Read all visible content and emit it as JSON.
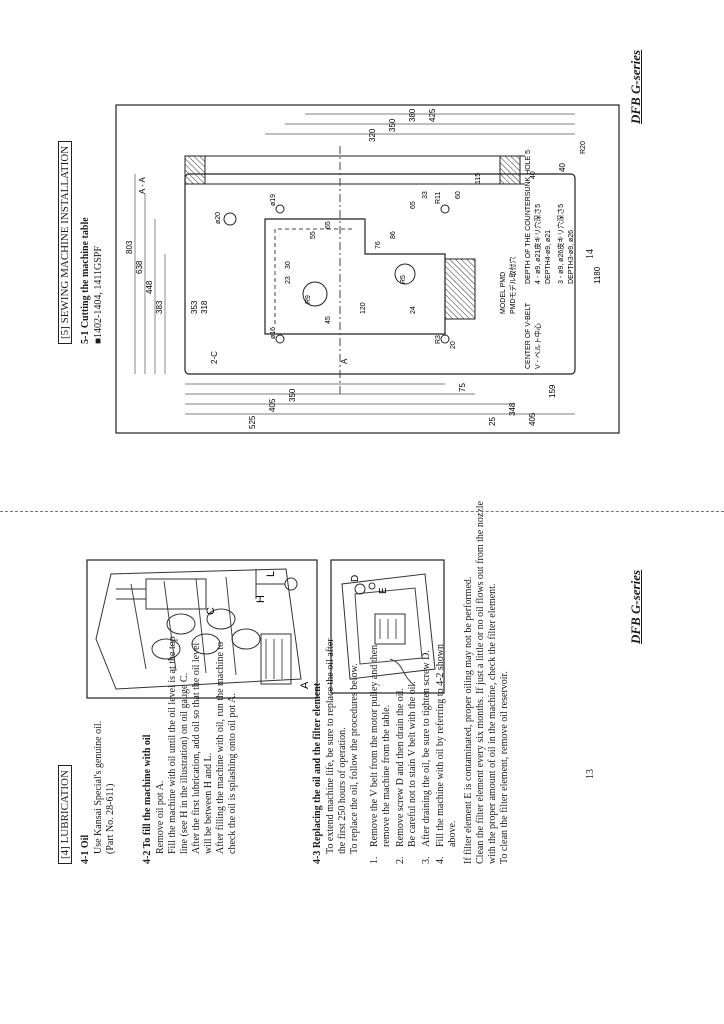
{
  "left": {
    "section": "[4] LUBRICATION",
    "oil_heading": "4-1 Oil",
    "oil_lines": [
      "Use Kansai Special's genuine oil.",
      "(Part No. 28-611)"
    ],
    "fill_heading": "4-2 To fill the machine with oil",
    "fill_lines": [
      "Remove oil pot A.",
      "Fill the machine with oil until the oil level is at the top",
      "line (see H in the illustration) on oil gauge C.",
      "After the first lubrication, add oil so that the oil level",
      "will be between H and L.",
      "After filling the machine with oil, run the machine to",
      "check the oil is splashing onto oil pot A."
    ],
    "replace_heading": "4-3 Replacing the oil and the filter element",
    "replace_lines": [
      "To extend machine life, be sure to replace the oil after",
      "the first 250 hours of operation.",
      "To replace the oil, follow the procedures below."
    ],
    "steps": [
      {
        "num": "1.",
        "lines": [
          "Remove the V belt from the motor pulley and then",
          "remove the machine from the table."
        ]
      },
      {
        "num": "2.",
        "lines": [
          "Remove screw D and then drain the oil.",
          "Be careful not to stain V belt with the oil."
        ]
      },
      {
        "num": "3.",
        "lines": [
          "After draining the oil, be sure to tighten screw D."
        ]
      },
      {
        "num": "4.",
        "lines": [
          "Fill the machine with oil by referring to 4-2 shown",
          "above."
        ]
      }
    ],
    "filter_lines": [
      "If filter element E is contaminated, proper oiling may not be performed.",
      "Clean the filter element every six months.  If just a little or no oil flows out from the nozzle",
      "with the proper amount of oil in the machine, check the filter element.",
      "To clean the filter element, remove oil reservoir."
    ],
    "page_number": "13",
    "series": "DFB G-series",
    "fig1_labels": {
      "a": "A",
      "c": "C",
      "h": "H",
      "l": "L"
    },
    "fig2_labels": {
      "d": "D",
      "e": "E"
    }
  },
  "right": {
    "section": "[5] SEWING MACHINE INSTALLATION",
    "cut_heading": "5-1 Cutting the machine table",
    "models": "■1402-1404, 1411GSPF",
    "page_number": "14",
    "series": "DFB G-series",
    "drawing": {
      "top_dims": [
        "803",
        "638",
        "448",
        "383"
      ],
      "mid_dims": [
        "353",
        "318",
        "2-C"
      ],
      "left_dims": [
        "525",
        "405",
        "350",
        "75",
        "25",
        "348",
        "405",
        "159"
      ],
      "bottom_dim": "1180",
      "right_dims": [
        "320",
        "350",
        "380",
        "425"
      ],
      "small_dims": [
        "23",
        "30",
        "45",
        "55",
        "65",
        "76",
        "86",
        "120",
        "65",
        "33",
        "20",
        "60",
        "115",
        "24",
        "40"
      ],
      "side_dim": "40",
      "section_mark": "A - A",
      "arrow_label": "A",
      "diam_labels": [
        "ø16",
        "ø20",
        "ø19",
        "R9",
        "R5",
        "R3",
        "R11",
        "R20"
      ],
      "notes": [
        "MODEL PMD",
        "PMDモデル取付穴",
        "CENTER OF V-BELT",
        "V - ベルト中心",
        "DEPTH OF THE COUNTERSUNK HOLE 5",
        "4 - ø9, ø21皮キリ穴深さ5",
        "DEPTH4-ø9, ø21",
        "3 - ø9, ø26皮キリ穴深さ5",
        "DEPTH3-ø9, ø26"
      ]
    }
  }
}
